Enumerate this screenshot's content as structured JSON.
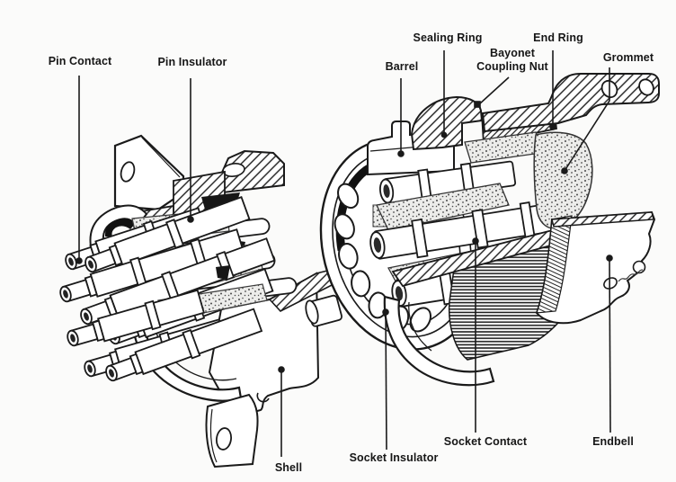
{
  "figure": {
    "description": "Cutaway diagram of a bayonet coupling connector pair",
    "parts": {
      "pin_contact": "Pin Contact",
      "pin_insulator": "Pin Insulator",
      "sealing_ring": "Sealing Ring",
      "barrel": "Barrel",
      "bayonet_coupling_nut": "Bayonet\nCoupling Nut",
      "end_ring": "End Ring",
      "grommet": "Grommet",
      "shell": "Shell",
      "socket_insulator": "Socket Insulator",
      "socket_contact": "Socket Contact",
      "endbell": "Endbell"
    },
    "colors": {
      "line": "#1a1a1a",
      "background": "#fbfbfa"
    }
  }
}
